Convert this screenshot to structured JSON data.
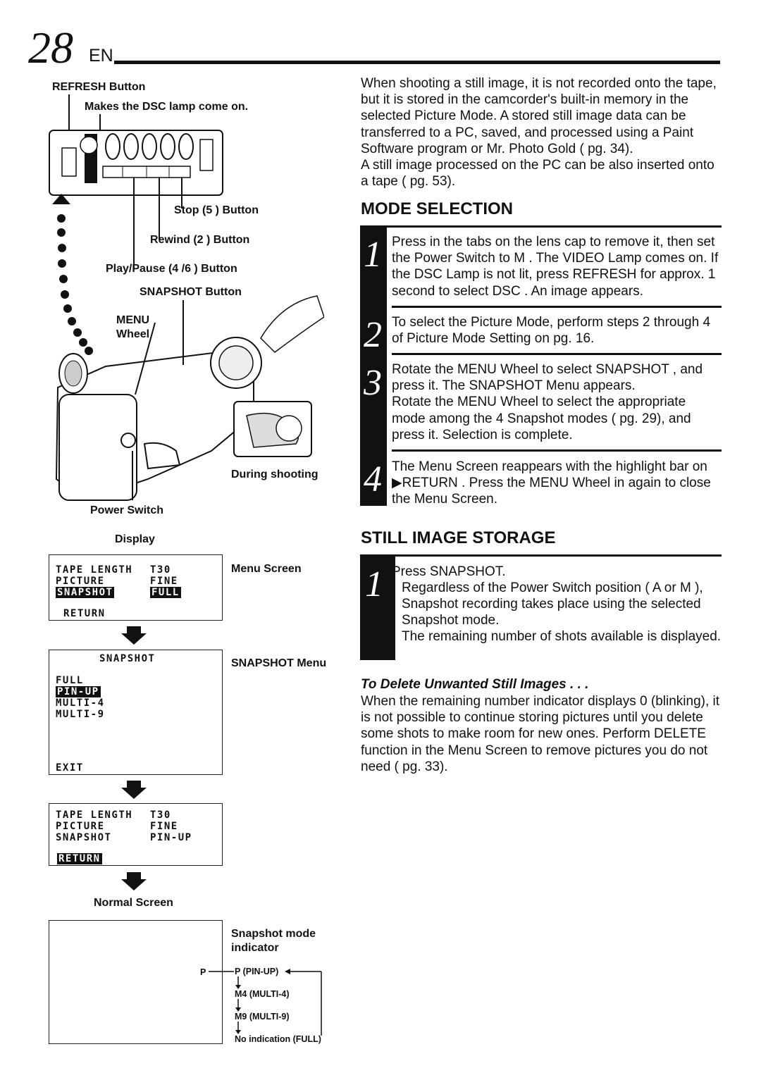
{
  "header": {
    "page_number": "28",
    "lang": "EN"
  },
  "left": {
    "refresh_label": "REFRESH Button",
    "dsc_note": "Makes the DSC lamp come on.",
    "stop_label": "Stop (5 ) Button",
    "rewind_label": "Rewind (2    ) Button",
    "play_label": "Play/Pause (4 /6 ) Button",
    "snapshot_button": "SNAPSHOT Button",
    "menu_label": "MENU",
    "wheel_label": "Wheel",
    "during_shooting": "During shooting",
    "power_switch": "Power Switch",
    "display_label": "Display",
    "menu_screen_label": "Menu Screen",
    "snapshot_menu_label": "SNAPSHOT Menu",
    "normal_screen_label": "Normal Screen",
    "snapshot_mode_indicator": "Snapshot mode indicator",
    "screen1": {
      "row1a": "TAPE LENGTH",
      "row1b": "T30",
      "row2a": "PICTURE",
      "row2b": "FINE",
      "row3a": "SNAPSHOT",
      "row3b": "FULL",
      "row4": "RETURN"
    },
    "screen2": {
      "title": "SNAPSHOT",
      "opt1": "FULL",
      "opt2": "PIN-UP",
      "opt3": "MULTI-4",
      "opt4": "MULTI-9",
      "exit": "EXIT"
    },
    "screen3": {
      "row1a": "TAPE LENGTH",
      "row1b": "T30",
      "row2a": "PICTURE",
      "row2b": "FINE",
      "row3a": "SNAPSHOT",
      "row3b": "PIN-UP",
      "row4": "RETURN"
    },
    "indicator": {
      "p": "P",
      "i1": "P (PIN-UP)",
      "i2": "M4 (MULTI-4)",
      "i3": "M9 (MULTI-9)",
      "i4": "No indication (FULL)"
    }
  },
  "right": {
    "intro1": "When shooting a still image, it is not recorded onto the tape, but it is stored in the camcorder's built-in memory in the selected Picture Mode. A stored still image data can be transferred to a PC, saved, and processed using a Paint Software program or Mr. Photo Gold (      pg. 34).",
    "intro2": "A still image processed on the PC can be also inserted onto a tape (      pg. 53).",
    "mode_heading": "MODE SELECTION",
    "steps": [
      {
        "num": "1",
        "text": "Press in the tabs on the lens cap to remove it, then set the Power Switch to   M  . The VIDEO Lamp comes on. If the DSC Lamp is not lit, press REFRESH for approx. 1 second to select  DSC  . An image appears."
      },
      {
        "num": "2",
        "text": "To select the Picture Mode, perform steps 2 through 4 of  Picture Mode Setting  on pg. 16."
      },
      {
        "num": "3",
        "text": "Rotate the MENU Wheel to select  SNAPSHOT  , and press it. The SNAPSHOT Menu appears.\nRotate the MENU Wheel to select the appropriate mode among the 4 Snapshot modes (      pg. 29), and press it. Selection is complete."
      },
      {
        "num": "4",
        "text": "The Menu Screen reappears with the highlight bar on  ▶RETURN  . Press the MENU Wheel in again to close the Menu Screen."
      }
    ],
    "storage_heading": "STILL IMAGE STORAGE",
    "storage_step": {
      "num": "1",
      "line1": "Press SNAPSHOT.",
      "line2": "Regardless of the Power Switch position (  A   or   M  ), Snapshot recording takes place using the selected Snapshot mode.",
      "line3": "The remaining number of shots available is displayed."
    },
    "delete_heading": "To Delete Unwanted Still Images . . .",
    "delete_text": "When the remaining number indicator displays  0 (blinking), it is not possible to continue storing pictures until you delete some shots to make room for new ones. Perform  DELETE  function in the Menu Screen to remove pictures you do not need (      pg. 33)."
  }
}
